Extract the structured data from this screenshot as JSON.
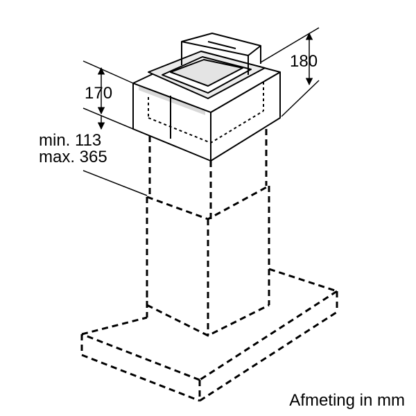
{
  "dimensions": {
    "top_height": "180",
    "cover_height": "170",
    "overlap_min": "min. 113",
    "overlap_max": "max. 365"
  },
  "caption": "Afmeting in mm",
  "colors": {
    "line": "#000000",
    "background": "#ffffff",
    "box_shadow": "#dcdcdc"
  }
}
